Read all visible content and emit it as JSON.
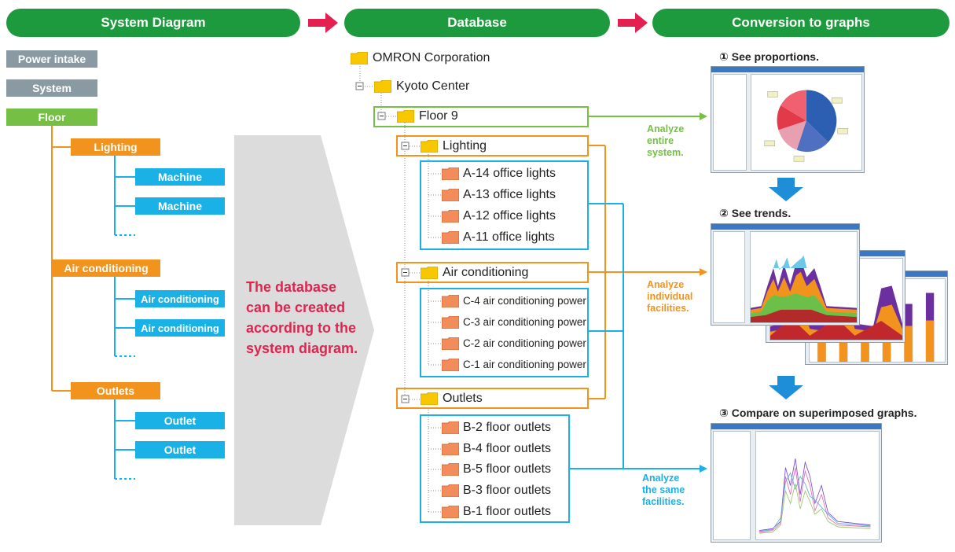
{
  "headers": {
    "system_diagram": "System Diagram",
    "database": "Database",
    "conversion": "Conversion to graphs"
  },
  "system_diagram": {
    "power_intake": "Power intake",
    "system": "System",
    "floor": "Floor",
    "lighting": "Lighting",
    "machine_1": "Machine",
    "machine_2": "Machine",
    "air_conditioning": "Air conditioning",
    "air_conditioning_1": "Air conditioning",
    "air_conditioning_2": "Air conditioning",
    "outlets": "Outlets",
    "outlet_1": "Outlet",
    "outlet_2": "Outlet"
  },
  "callout": {
    "line1": "The database",
    "line2": "can be created",
    "line3": "according to the",
    "line4": "system diagram."
  },
  "database": {
    "root": "OMRON Corporation",
    "center": "Kyoto Center",
    "floor": "Floor 9",
    "lighting": "Lighting",
    "lighting_items": [
      "A-14 office lights",
      "A-13 office lights",
      "A-12 office lights",
      "A-11 office lights"
    ],
    "air_conditioning": "Air conditioning",
    "ac_items": [
      "C-4 air conditioning power",
      "C-3 air conditioning power",
      "C-2 air conditioning power",
      "C-1 air conditioning power"
    ],
    "outlets": "Outlets",
    "outlet_items": [
      "B-2 floor outlets",
      "B-4 floor outlets",
      "B-5 floor outlets",
      "B-3 floor outlets",
      "B-1 floor outlets"
    ]
  },
  "analyze": {
    "entire_1": "Analyze",
    "entire_2": "entire",
    "entire_3": "system.",
    "individual_1": "Analyze",
    "individual_2": "individual",
    "individual_3": "facilities.",
    "same_1": "Analyze",
    "same_2": "the same",
    "same_3": "facilities."
  },
  "steps": {
    "step1": "① See proportions.",
    "step2": "② See trends.",
    "step3": "③ Compare on superimposed graphs."
  },
  "colors": {
    "header_green": "#1e9a3e",
    "arrow_red": "#e3204f",
    "callout_red": "#e0244f",
    "system_gray": "#8a9aa3",
    "floor_green": "#74bf44",
    "category_orange": "#f2931e",
    "item_blue": "#19b1e6",
    "down_arrow_blue": "#1f8ed8"
  }
}
